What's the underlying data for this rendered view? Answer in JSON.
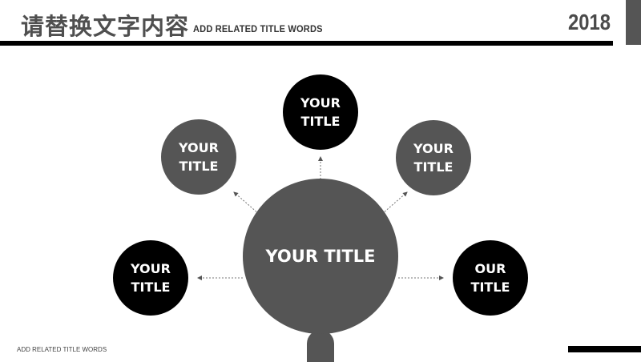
{
  "header": {
    "title_cn": "请替换文字内容",
    "subtitle": "ADD RELATED TITLE WORDS",
    "year": "2018"
  },
  "diagram": {
    "center": {
      "label": "YOUR TITLE",
      "color": "#555555"
    },
    "nodes": [
      {
        "position": "top",
        "line1": "YOUR",
        "line2": "TITLE",
        "color": "#000000"
      },
      {
        "position": "upper-left",
        "line1": "YOUR",
        "line2": "TITLE",
        "color": "#555555"
      },
      {
        "position": "upper-right",
        "line1": "YOUR",
        "line2": "TITLE",
        "color": "#555555"
      },
      {
        "position": "lower-left",
        "line1": "YOUR",
        "line2": "TITLE",
        "color": "#000000"
      },
      {
        "position": "lower-right",
        "line1": "OUR",
        "line2": "TITLE",
        "color": "#000000"
      }
    ]
  },
  "footer": {
    "text": "ADD RELATED TITLE WORDS"
  }
}
